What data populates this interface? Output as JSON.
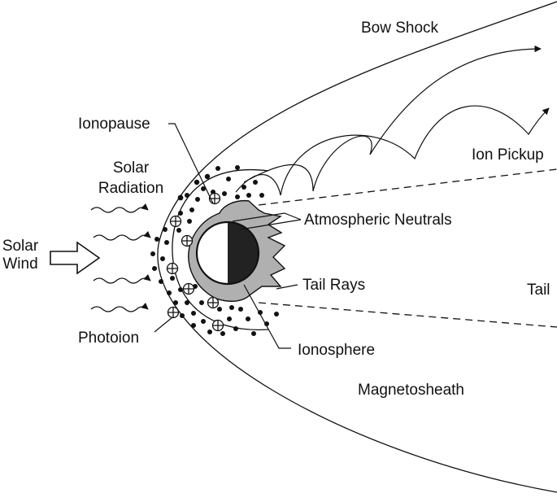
{
  "labels": {
    "bow_shock": "Bow Shock",
    "ion_pickup": "Ion Pickup",
    "ionopause": "Ionopause",
    "solar_radiation_line1": "Solar",
    "solar_radiation_line2": "Radiation",
    "atmospheric_neutrals": "Atmospheric Neutrals",
    "solar_wind_line1": "Solar",
    "solar_wind_line2": "Wind",
    "tail_rays": "Tail Rays",
    "tail": "Tail",
    "photoion": "Photoion",
    "ionosphere": "Ionosphere",
    "magnetosheath": "Magnetosheath"
  },
  "colors": {
    "ink": "#111111",
    "ionosphere_fill": "#b0b0b0",
    "planet_dark_half": "#222222",
    "background": "#ffffff"
  }
}
